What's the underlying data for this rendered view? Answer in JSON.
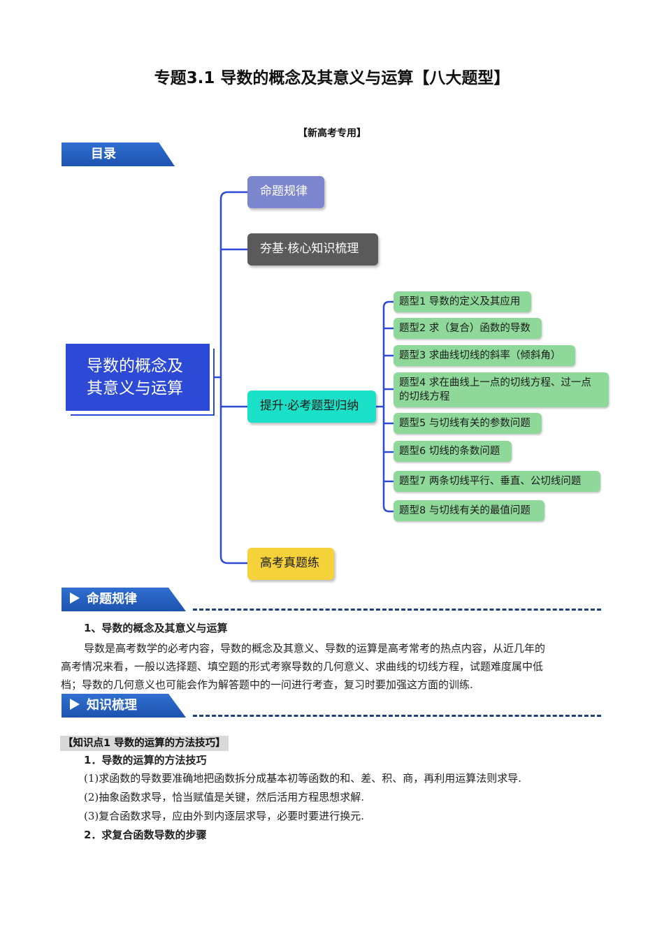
{
  "header": {
    "title": "专题3.1 导数的概念及其意义与运算【八大题型】",
    "subtitle": "【新高考专用】"
  },
  "toc": {
    "label": "目录",
    "root": {
      "line1": "导数的概念及",
      "line2": "其意义与运算"
    },
    "branches": [
      {
        "label": "命题规律",
        "color": "#7b86cf"
      },
      {
        "label": "夯基·核心知识梳理",
        "color": "#5a5a5a"
      },
      {
        "label": "提升·必考题型归纳",
        "color": "#19e0c6"
      },
      {
        "label": "高考真题练",
        "color": "#f5d23a"
      }
    ],
    "types": [
      {
        "line1": "题型1 导数的定义及其应用"
      },
      {
        "line1": "题型2 求（复合）函数的导数"
      },
      {
        "line1": "题型3 求曲线切线的斜率（倾斜角）"
      },
      {
        "line1": "题型4 求在曲线上一点的切线方程、过一点",
        "line2": "的切线方程"
      },
      {
        "line1": "题型5 与切线有关的参数问题"
      },
      {
        "line1": "题型6 切线的条数问题"
      },
      {
        "line1": "题型7 两条切线平行、垂直、公切线问题"
      },
      {
        "line1": "题型8 与切线有关的最值问题"
      }
    ]
  },
  "section1": {
    "tab": "命题规律",
    "heading": "1、导数的概念及其意义与运算",
    "para_lines": [
      "导数是高考数学的必考内容，导数的概念及其意义、导数的运算是高考常考的热点内容，从近几年的",
      "高考情况来看，一般以选择题、填空题的形式考察导数的几何意义、求曲线的切线方程，试题难度属中低",
      "档；导数的几何意义也可能会作为解答题中的一问进行考查，复习时要加强这方面的训练."
    ]
  },
  "section2": {
    "tab": "知识梳理",
    "kp_label": "【知识点1  导数的运算的方法技巧】",
    "h1": "1．导数的运算的方法技巧",
    "items": [
      "(1)求函数的导数要准确地把函数拆分成基本初等函数的和、差、积、商，再利用运算法则求导.",
      "(2)抽象函数求导，恰当赋值是关键，然后活用方程思想求解.",
      "(3)复合函数求导，应由外到内逐层求导，必要时要进行换元."
    ],
    "h2": "2．求复合函数导数的步骤"
  }
}
